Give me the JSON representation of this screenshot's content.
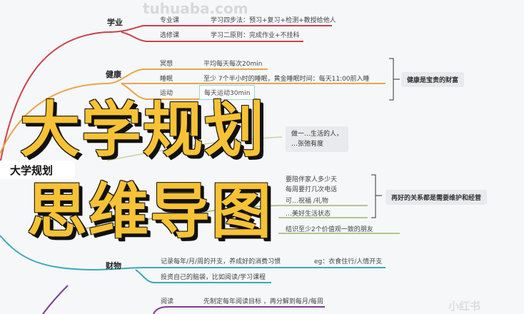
{
  "watermarks": {
    "top": "tuhuaba.com",
    "bottom": "小红书"
  },
  "root": "大学规划",
  "overlay": {
    "line1": "大学规划",
    "line2": "思维导图"
  },
  "branches": {
    "study": {
      "label": "学业",
      "items": [
        {
          "label": "专业课",
          "detail": "学习四步法：预习+复习+检测+教授给他人"
        },
        {
          "label": "选修课",
          "detail": "学习二原则：完成作业+不挂科"
        }
      ]
    },
    "health": {
      "label": "健康",
      "items": [
        {
          "label": "冥想",
          "detail": "平均每天每次20min"
        },
        {
          "label": "睡眠",
          "detail": "至少 7个半小时的睡眠，黄金睡眠时间：每天11:00前入睡"
        },
        {
          "label": "运动",
          "detail": "每天运动30min"
        }
      ],
      "summary": "健康是宝贵的财富"
    },
    "life": {
      "box_line1": "做一…生活的人，",
      "box_line2": "…张弛有度"
    },
    "relations": {
      "items": [
        "要陪伴家人多少天",
        "每周要打几次电话",
        "可…祝福 /礼物",
        "…美好生活状态",
        "结识至少2个价值观一致的朋友"
      ],
      "summary": "再好的关系都是需要维护和经营"
    },
    "money": {
      "label": "财物",
      "items": [
        {
          "detail": "记录每年/月/周的开支，养成好的消费习惯",
          "note": "eg：衣食住行/人情开支"
        },
        {
          "detail": "投资自己的脑袋，比如阅读/学习课程"
        }
      ]
    },
    "reading": {
      "label": "阅读",
      "detail": "先制定每年阅读目标 ，再分解到每月/每周"
    }
  },
  "colors": {
    "study": "#c9434b",
    "health": "#e9a54a",
    "relations": "#9bb56a",
    "money": "#3aa9b8",
    "reading": "#7a3f8f",
    "overlay": "#f7c235"
  }
}
